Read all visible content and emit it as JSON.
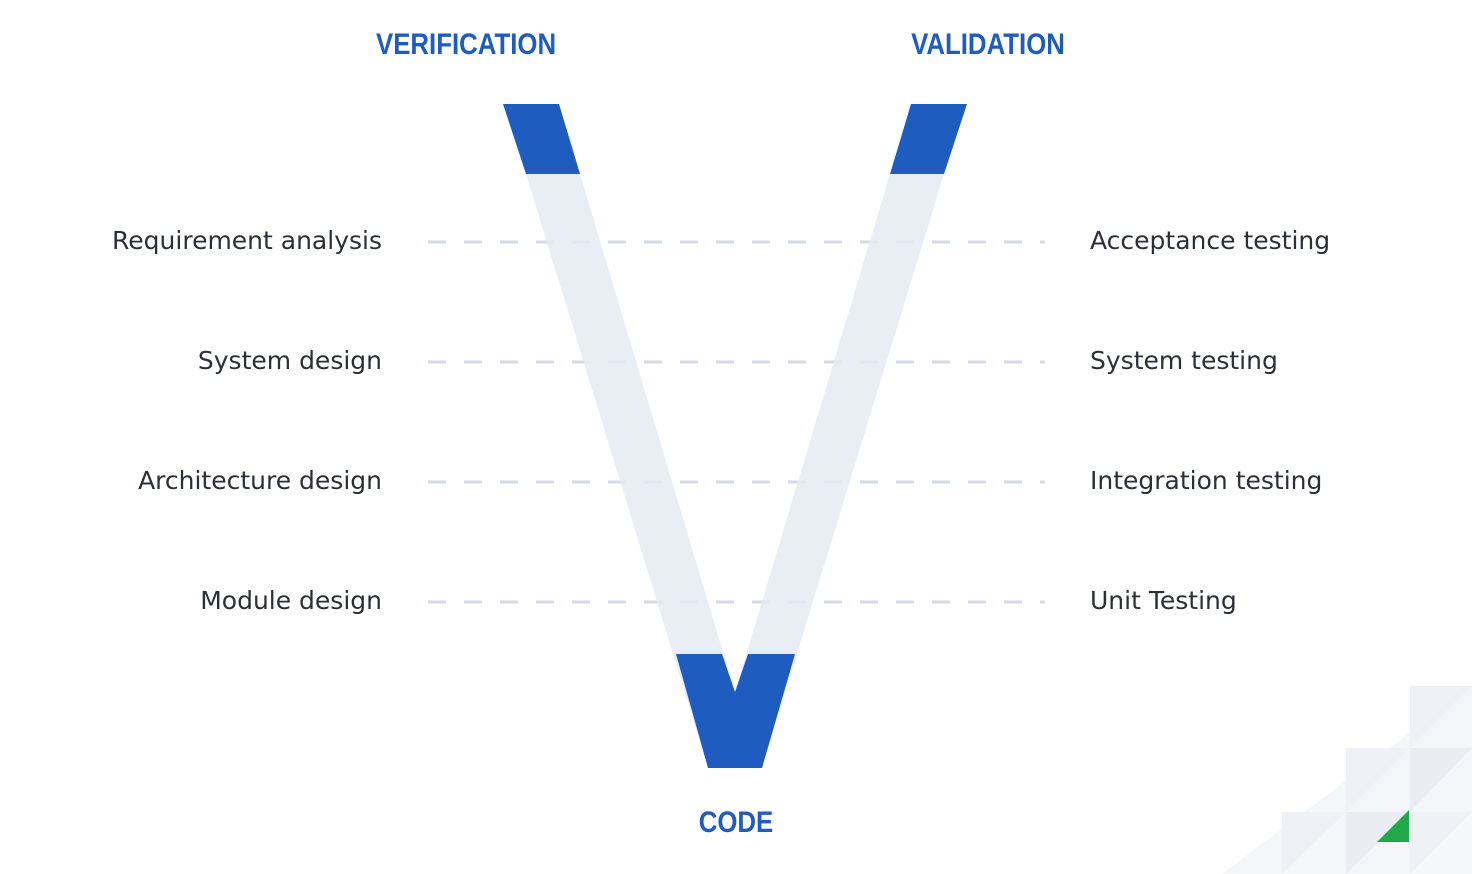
{
  "headings": {
    "verification": "VERIFICATION",
    "validation": "VALIDATION",
    "code": "CODE"
  },
  "verification_phases": [
    "Requirement analysis",
    "System design",
    "Architecture design",
    "Module design"
  ],
  "validation_phases": [
    "Acceptance testing",
    "System testing",
    "Integration testing",
    "Unit Testing"
  ],
  "colors": {
    "accent_blue": "#1f5cc0",
    "v_light": "#e6ebf3",
    "dash": "#d4dae6",
    "text": "#2b2f36",
    "corner_green": "#22a84a",
    "corner_pattern": "#f1f3f7"
  }
}
